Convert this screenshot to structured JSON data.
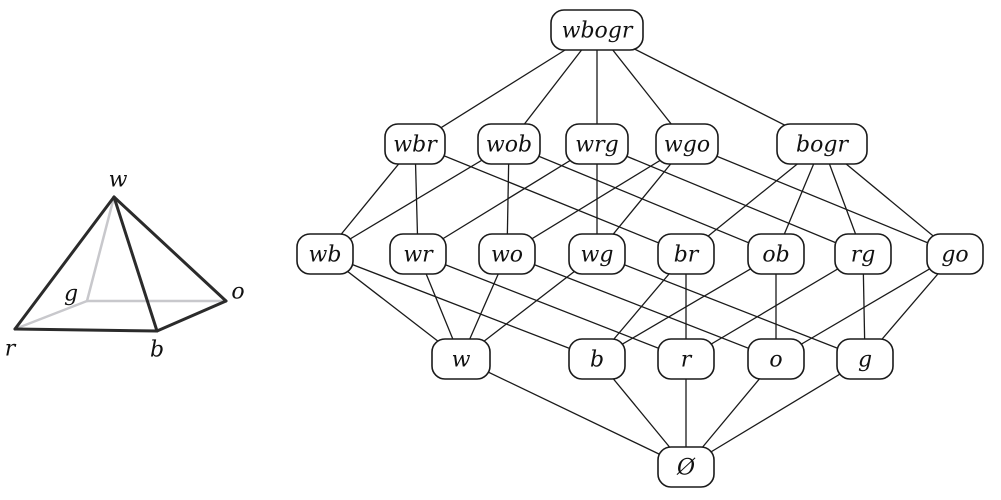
{
  "pyramid": {
    "vertices": [
      {
        "id": "w",
        "label": "w"
      },
      {
        "id": "g",
        "label": "g"
      },
      {
        "id": "o",
        "label": "o"
      },
      {
        "id": "r",
        "label": "r"
      },
      {
        "id": "b",
        "label": "b"
      }
    ],
    "visible_edges": [
      [
        "w",
        "r"
      ],
      [
        "w",
        "b"
      ],
      [
        "w",
        "o"
      ],
      [
        "r",
        "b"
      ],
      [
        "b",
        "o"
      ]
    ],
    "hidden_edges": [
      [
        "w",
        "g"
      ],
      [
        "g",
        "o"
      ],
      [
        "g",
        "r"
      ]
    ],
    "colors": {
      "visible": "#2b2b2b",
      "hidden": "#c8c8cc"
    }
  },
  "lattice": {
    "nodes": [
      {
        "id": "wbogr",
        "label": "wbogr"
      },
      {
        "id": "wbr",
        "label": "wbr"
      },
      {
        "id": "wob",
        "label": "wob"
      },
      {
        "id": "wrg",
        "label": "wrg"
      },
      {
        "id": "wgo",
        "label": "wgo"
      },
      {
        "id": "bogr",
        "label": "bogr"
      },
      {
        "id": "wb",
        "label": "wb"
      },
      {
        "id": "wr",
        "label": "wr"
      },
      {
        "id": "wo",
        "label": "wo"
      },
      {
        "id": "wg",
        "label": "wg"
      },
      {
        "id": "br",
        "label": "br"
      },
      {
        "id": "ob",
        "label": "ob"
      },
      {
        "id": "rg",
        "label": "rg"
      },
      {
        "id": "go",
        "label": "go"
      },
      {
        "id": "w",
        "label": "w"
      },
      {
        "id": "b",
        "label": "b"
      },
      {
        "id": "r",
        "label": "r"
      },
      {
        "id": "o",
        "label": "o"
      },
      {
        "id": "g",
        "label": "g"
      },
      {
        "id": "empty",
        "label": "Ø"
      }
    ],
    "edges": [
      [
        "wbogr",
        "wbr"
      ],
      [
        "wbogr",
        "wob"
      ],
      [
        "wbogr",
        "wrg"
      ],
      [
        "wbogr",
        "wgo"
      ],
      [
        "wbogr",
        "bogr"
      ],
      [
        "wbr",
        "wb"
      ],
      [
        "wbr",
        "wr"
      ],
      [
        "wbr",
        "br"
      ],
      [
        "wob",
        "wb"
      ],
      [
        "wob",
        "wo"
      ],
      [
        "wob",
        "ob"
      ],
      [
        "wrg",
        "wr"
      ],
      [
        "wrg",
        "wg"
      ],
      [
        "wrg",
        "rg"
      ],
      [
        "wgo",
        "wg"
      ],
      [
        "wgo",
        "wo"
      ],
      [
        "wgo",
        "go"
      ],
      [
        "bogr",
        "br"
      ],
      [
        "bogr",
        "ob"
      ],
      [
        "bogr",
        "rg"
      ],
      [
        "bogr",
        "go"
      ],
      [
        "wb",
        "w"
      ],
      [
        "wb",
        "b"
      ],
      [
        "wr",
        "w"
      ],
      [
        "wr",
        "r"
      ],
      [
        "wo",
        "w"
      ],
      [
        "wo",
        "o"
      ],
      [
        "wg",
        "w"
      ],
      [
        "wg",
        "g"
      ],
      [
        "br",
        "b"
      ],
      [
        "br",
        "r"
      ],
      [
        "ob",
        "o"
      ],
      [
        "ob",
        "b"
      ],
      [
        "rg",
        "r"
      ],
      [
        "rg",
        "g"
      ],
      [
        "go",
        "g"
      ],
      [
        "go",
        "o"
      ],
      [
        "w",
        "empty"
      ],
      [
        "b",
        "empty"
      ],
      [
        "r",
        "empty"
      ],
      [
        "o",
        "empty"
      ],
      [
        "g",
        "empty"
      ]
    ]
  }
}
